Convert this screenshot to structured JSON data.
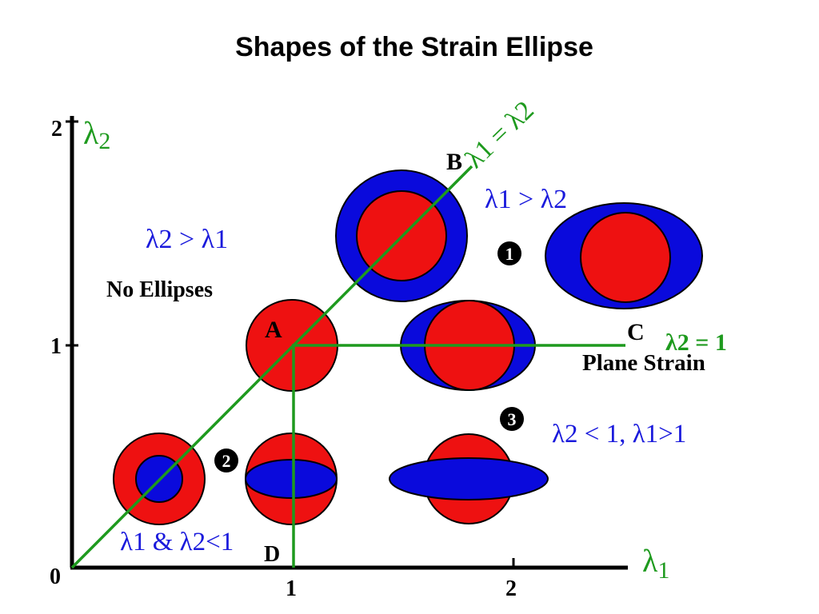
{
  "title": "Shapes of the Strain Ellipse",
  "colors": {
    "axis": "#000000",
    "guide_line": "#1e9a1e",
    "ellipse_fill": "#0a0adc",
    "circle_fill": "#ee1111",
    "region_label": "#1a1adc",
    "axis_label": "#1e9a1e"
  },
  "axes": {
    "x_label_base": "λ",
    "x_label_sub": "1",
    "y_label_base": "λ",
    "y_label_sub": "2",
    "origin": "0",
    "x_ticks": [
      "1",
      "2"
    ],
    "y_ticks": [
      "1",
      "2"
    ]
  },
  "guides": {
    "diagonal_label": "λ1 = λ2",
    "horizontal_label": "λ2 = 1",
    "horizontal_caption": "Plane Strain"
  },
  "points": {
    "A": "A",
    "B": "B",
    "C": "C",
    "D": "D"
  },
  "regions": {
    "upper_left_relation": "λ2 > λ1",
    "upper_left_caption": "No Ellipses",
    "upper_right_relation": "λ1 > λ2",
    "lower_left_relation": "λ1 & λ2<1",
    "lower_right_relation": "λ2 < 1, λ1>1"
  },
  "markers": {
    "m1": "1",
    "m2": "2",
    "m3": "3"
  }
}
